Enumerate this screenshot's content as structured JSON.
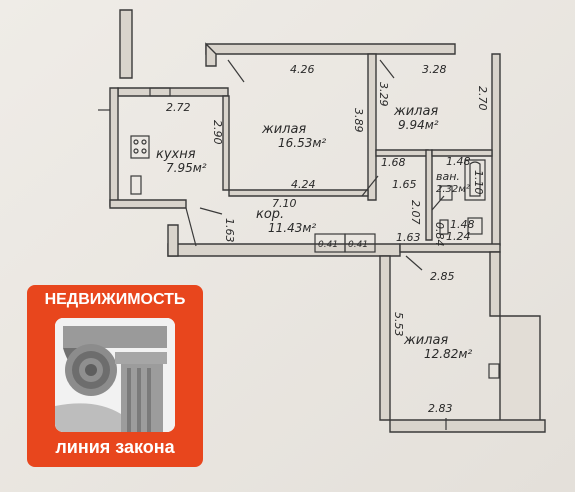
{
  "rooms": {
    "living_main": {
      "label": "жилая",
      "area": "16.53м²"
    },
    "living_right": {
      "label": "жилая",
      "area": "9.94м²"
    },
    "kitchen": {
      "label": "кухня",
      "area": "7.95м²"
    },
    "corridor": {
      "label": "кор.",
      "area": "11.43м²"
    },
    "bathroom": {
      "label": "ван.",
      "area": "2.32м²"
    },
    "living_bottom": {
      "label": "жилая",
      "area": "12.82м²"
    }
  },
  "dimensions": {
    "d_426": "4.26",
    "d_328": "3.28",
    "d_272": "2.72",
    "d_290": "2.90",
    "d_389": "3.89",
    "d_329": "3.29",
    "d_270": "2.70",
    "d_424": "4.24",
    "d_168": "1.68",
    "d_148a": "1.48",
    "d_165": "1.65",
    "d_110": "1.10",
    "d_710": "7.10",
    "d_207": "2.07",
    "d_163a": "1.63",
    "d_084": "0.84",
    "d_148b": "1.48",
    "d_124": "1.24",
    "d_041a": "0.41",
    "d_041b": "0.41",
    "d_163b": "1.63",
    "d_285": "2.85",
    "d_553": "5.53",
    "d_283": "2.83"
  },
  "badge": {
    "top": "НЕДВИЖИМОСТЬ",
    "bottom": "линия закона"
  }
}
